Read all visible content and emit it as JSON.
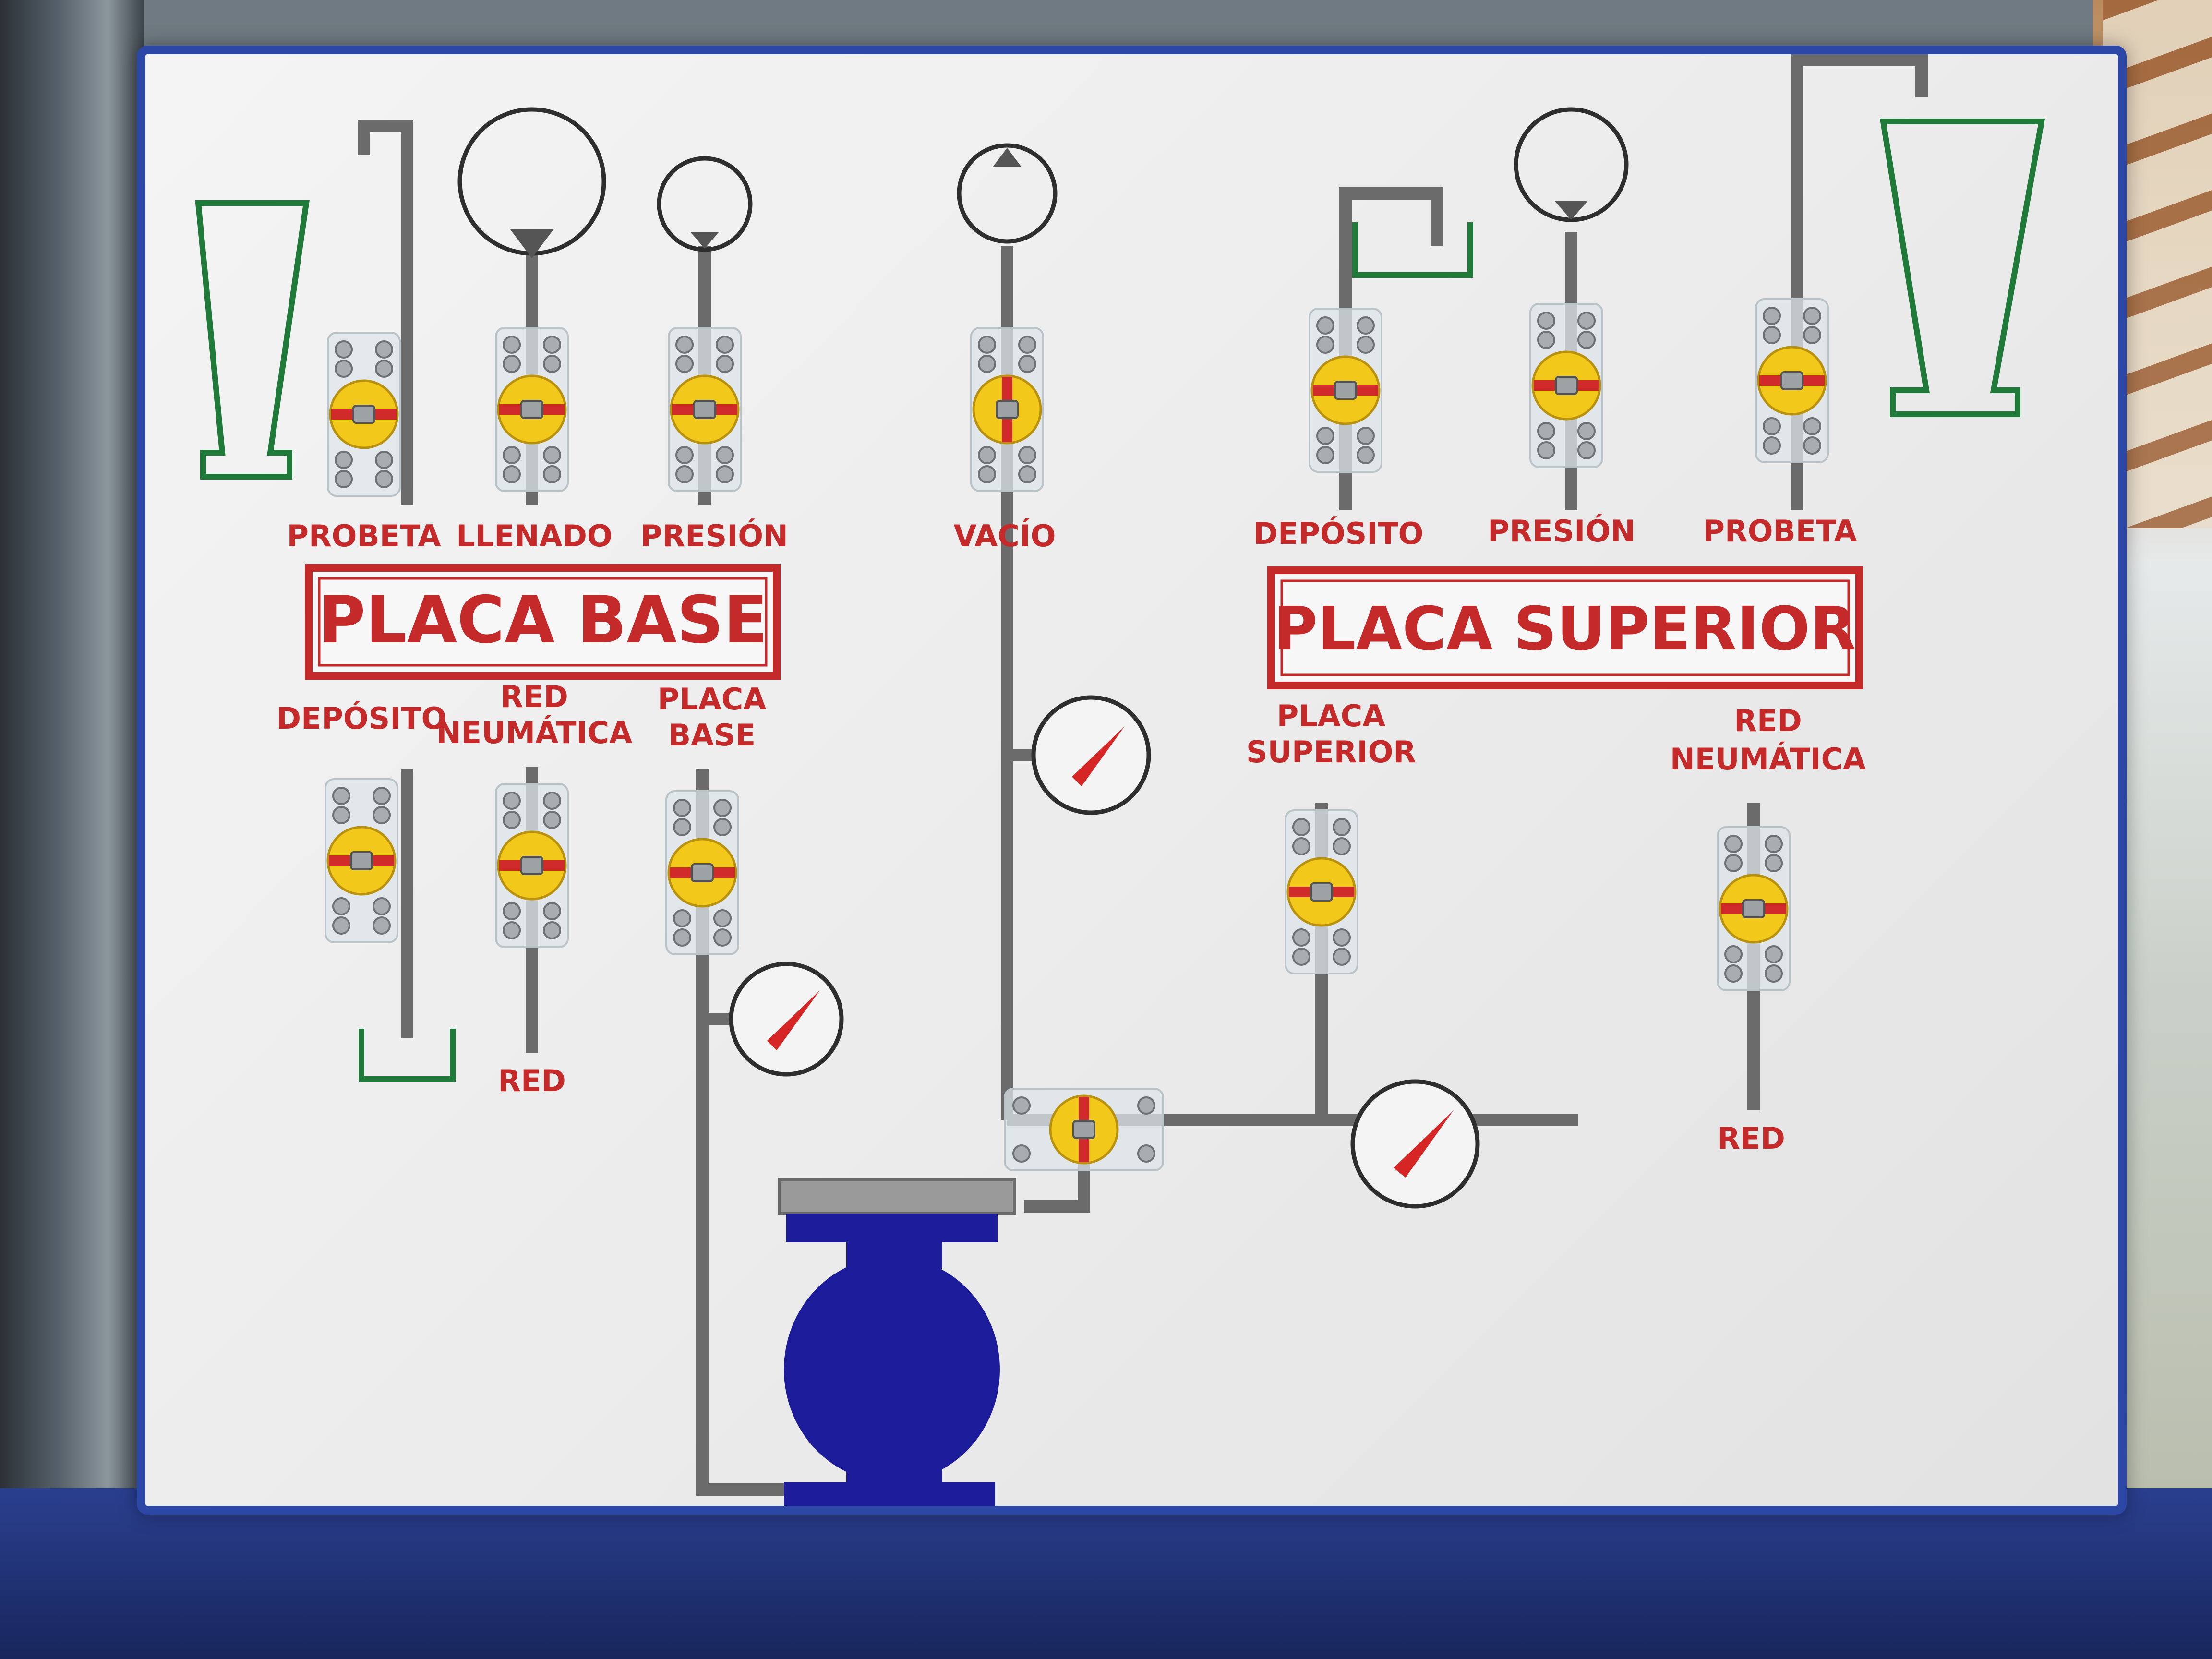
{
  "colors": {
    "board": "#eeeeee",
    "frame": "#2c47a6",
    "label_red": "#c42a2a",
    "pipe_grey": "#6b6b6b",
    "tank_green": "#1f7a3a",
    "valve_yellow": "#f2c81a",
    "pump_blue": "#1c1c9a"
  },
  "placa_base": {
    "title": "PLACA BASE",
    "top_labels": [
      "PROBETA",
      "LLENADO",
      "PRESIÓN"
    ],
    "bottom_labels": {
      "deposito": "DEPÓSITO",
      "red_neumatica_1": "RED",
      "red_neumatica_2": "NEUMÁTICA",
      "placa_base_1": "PLACA",
      "placa_base_2": "BASE",
      "red": "RED"
    }
  },
  "center": {
    "vacio": "VACÍO"
  },
  "placa_superior": {
    "title": "PLACA SUPERIOR",
    "top_labels": [
      "DEPÓSITO",
      "PRESIÓN",
      "PROBETA"
    ],
    "bottom_labels": {
      "placa_superior_1": "PLACA",
      "placa_superior_2": "SUPERIOR",
      "red_neumatica_1": "RED",
      "red_neumatica_2": "NEUMÁTICA",
      "red": "RED"
    }
  }
}
